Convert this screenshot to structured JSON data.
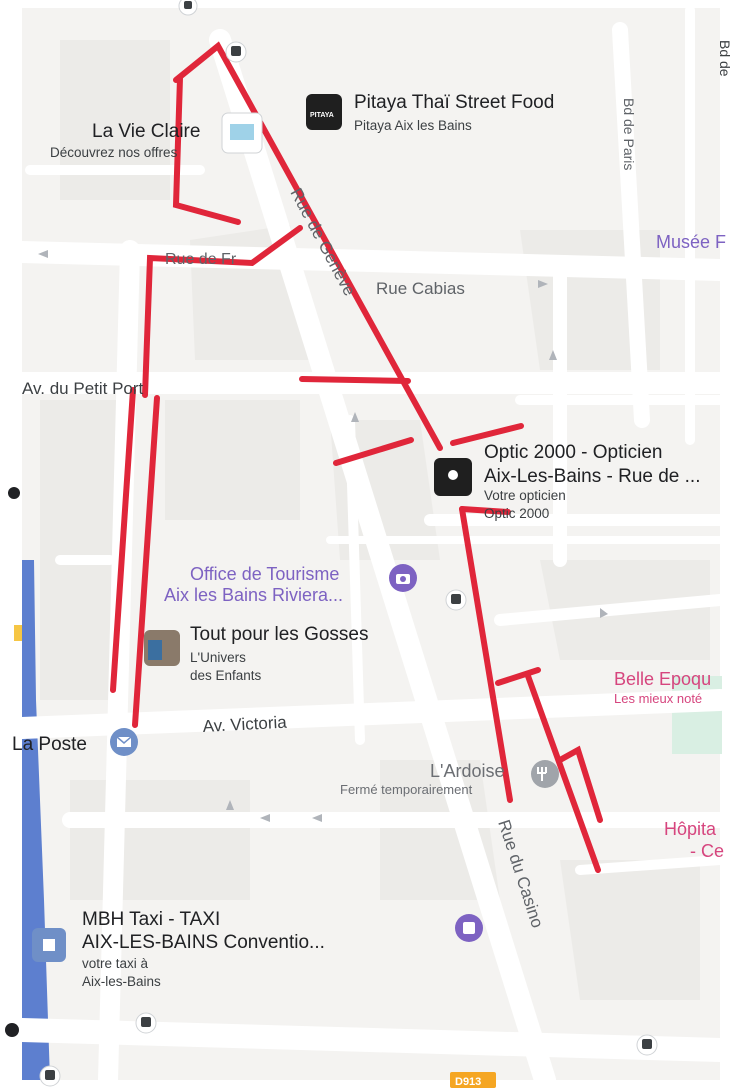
{
  "streets": {
    "rue_de_geneve": "Rue de Genève",
    "rue_cabias": "Rue Cabias",
    "av_petit_port": "Av. du Petit Port",
    "av_victoria": "Av. Victoria",
    "rue_du_casino": "Rue du Casino",
    "bd_de_paris": "Bd de Paris",
    "rue_de_fr": "Rue de Fr",
    "bd_top_right": "Bd de",
    "road_sign": "D913"
  },
  "pois": {
    "pitaya": {
      "title": "Pitaya Thaï Street Food",
      "subtitle": "Pitaya Aix les Bains",
      "logo_text": "PITAYA"
    },
    "vie_claire": {
      "title": "La Vie Claire",
      "subtitle": "Découvrez nos offres"
    },
    "musee": {
      "title": "Musée F"
    },
    "optic": {
      "title_line1": "Optic 2000 - Opticien",
      "title_line2": "Aix-Les-Bains - Rue de ...",
      "sub_line1": "Votre opticien",
      "sub_line2": "Optic 2000"
    },
    "office": {
      "title_line1": "Office de Tourisme",
      "title_line2": "Aix les Bains Riviera..."
    },
    "gosses": {
      "title": "Tout pour les Gosses",
      "sub_line1": "L'Univers",
      "sub_line2": "des Enfants"
    },
    "belle": {
      "title": "Belle Epoqu",
      "subtitle": "Les mieux noté"
    },
    "poste": {
      "title": "La Poste"
    },
    "ardoise": {
      "title": "L'Ardoise",
      "subtitle": "Fermé temporairement"
    },
    "hopital": {
      "title_line1": "Hôpita",
      "title_line2": "- Ce"
    },
    "taxi": {
      "title_line1": "MBH Taxi - TAXI",
      "title_line2": "AIX-LES-BAINS Conventio...",
      "sub_line1": "votre taxi à",
      "sub_line2": "Aix-les-Bains"
    }
  },
  "colors": {
    "background": "#f4f3f1",
    "road": "#ffffff",
    "route": "#e0263a",
    "water": "#5d7fcf",
    "label": "#5f6368",
    "purple_poi": "#7d62c2",
    "pink_poi": "#d6457e"
  },
  "icons": {
    "bus": "bus-stop-icon",
    "camera": "camera-icon",
    "mail": "mail-icon",
    "fork": "restaurant-icon"
  }
}
